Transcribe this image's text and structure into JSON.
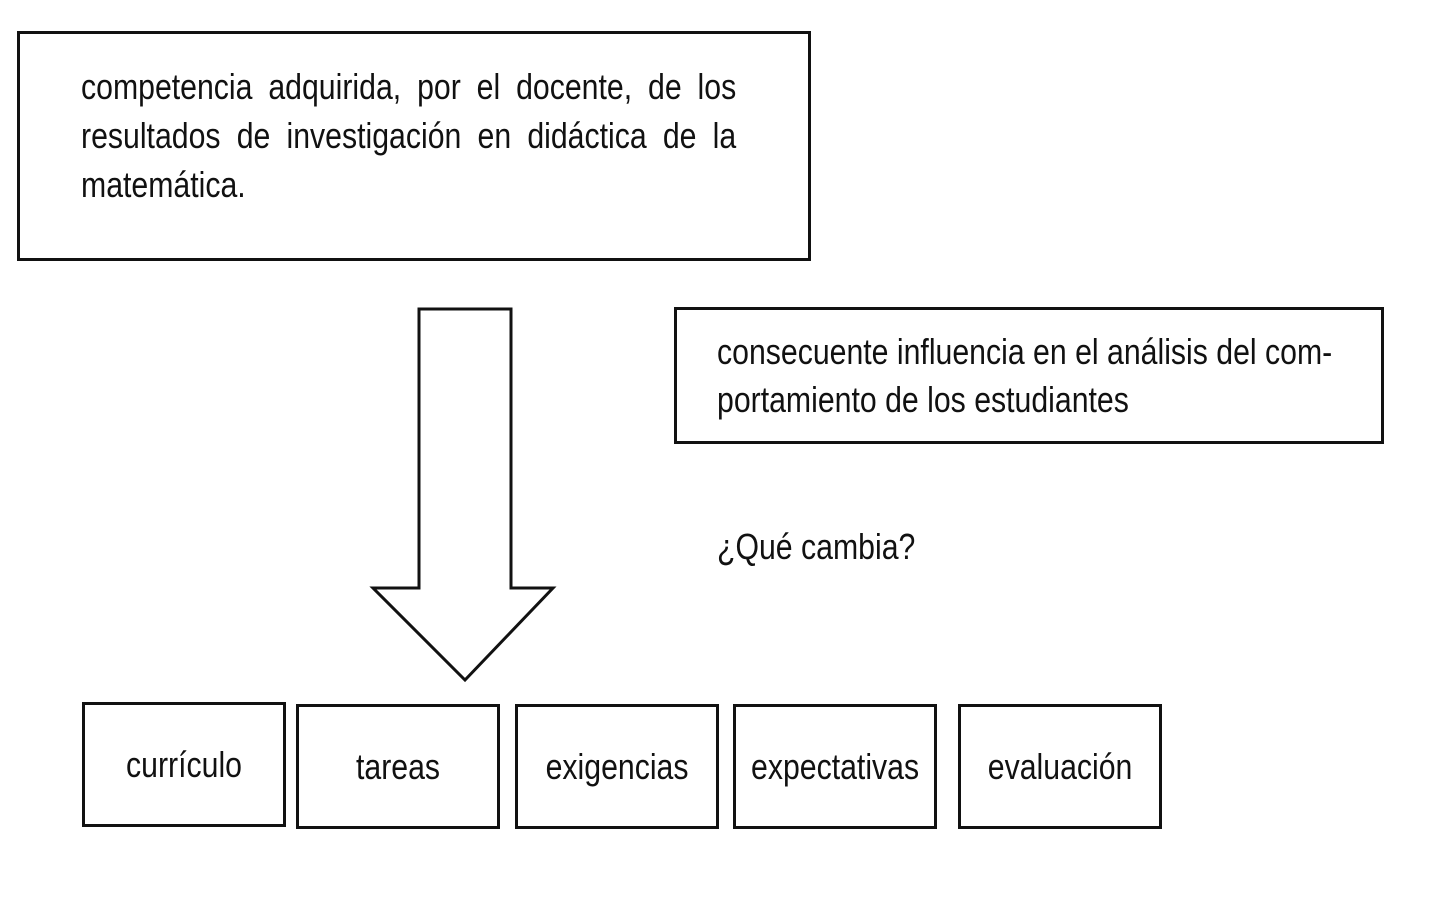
{
  "top_box": {
    "text": "competencia adquirida, por el docente, de los resultados de investigación en didáctica de la matemática."
  },
  "right_box": {
    "line1": "consecuente influencia en el análisis del com-",
    "line2": "portamiento de los estudiantes"
  },
  "question": "¿Qué cambia?",
  "bottom_boxes": [
    "currículo",
    "tareas",
    "exigencias",
    "expectativas",
    "evaluación"
  ],
  "arrow": {
    "icon": "down-arrow-icon"
  }
}
